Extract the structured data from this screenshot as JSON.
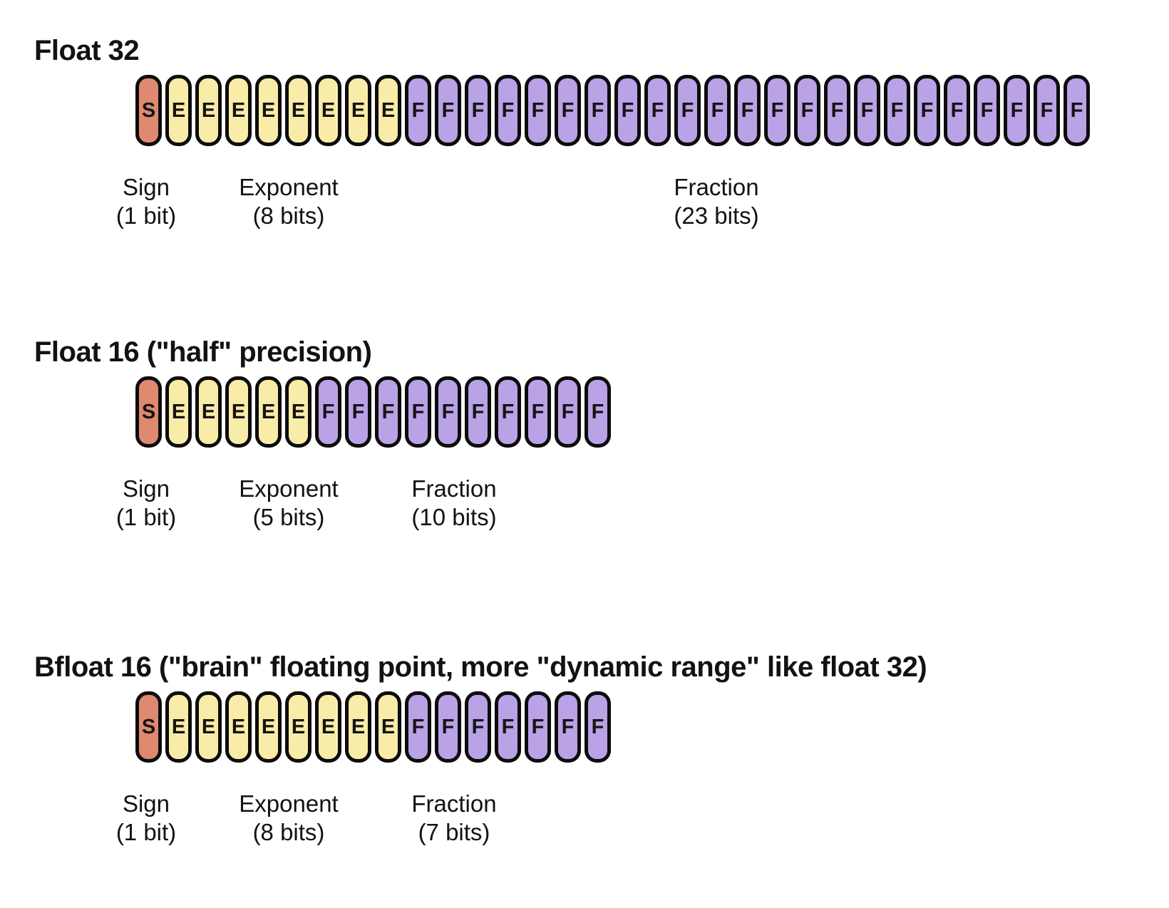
{
  "colors": {
    "background": "#ffffff",
    "sign_fill": "#DE8970",
    "exponent_fill": "#F8ECA8",
    "fraction_fill": "#B9A2E6",
    "cell_border": "#0c0c0c",
    "text": "#121212"
  },
  "formats": [
    {
      "title": "Float 32",
      "sign": {
        "letter": "S",
        "count": 1,
        "label": "Sign",
        "bits": "(1 bit)"
      },
      "exponent": {
        "letter": "E",
        "count": 8,
        "label": "Exponent",
        "bits": "(8 bits)"
      },
      "fraction": {
        "letter": "F",
        "count": 23,
        "label": "Fraction",
        "bits": "(23 bits)"
      }
    },
    {
      "title": "Float 16 (\"half\" precision)",
      "sign": {
        "letter": "S",
        "count": 1,
        "label": "Sign",
        "bits": "(1 bit)"
      },
      "exponent": {
        "letter": "E",
        "count": 5,
        "label": "Exponent",
        "bits": "(5 bits)"
      },
      "fraction": {
        "letter": "F",
        "count": 10,
        "label": "Fraction",
        "bits": "(10 bits)"
      }
    },
    {
      "title": "Bfloat 16 (\"brain\" floating point, more \"dynamic range\" like float 32)",
      "sign": {
        "letter": "S",
        "count": 1,
        "label": "Sign",
        "bits": "(1 bit)"
      },
      "exponent": {
        "letter": "E",
        "count": 8,
        "label": "Exponent",
        "bits": "(8 bits)"
      },
      "fraction": {
        "letter": "F",
        "count": 7,
        "label": "Fraction",
        "bits": "(7 bits)"
      }
    }
  ]
}
